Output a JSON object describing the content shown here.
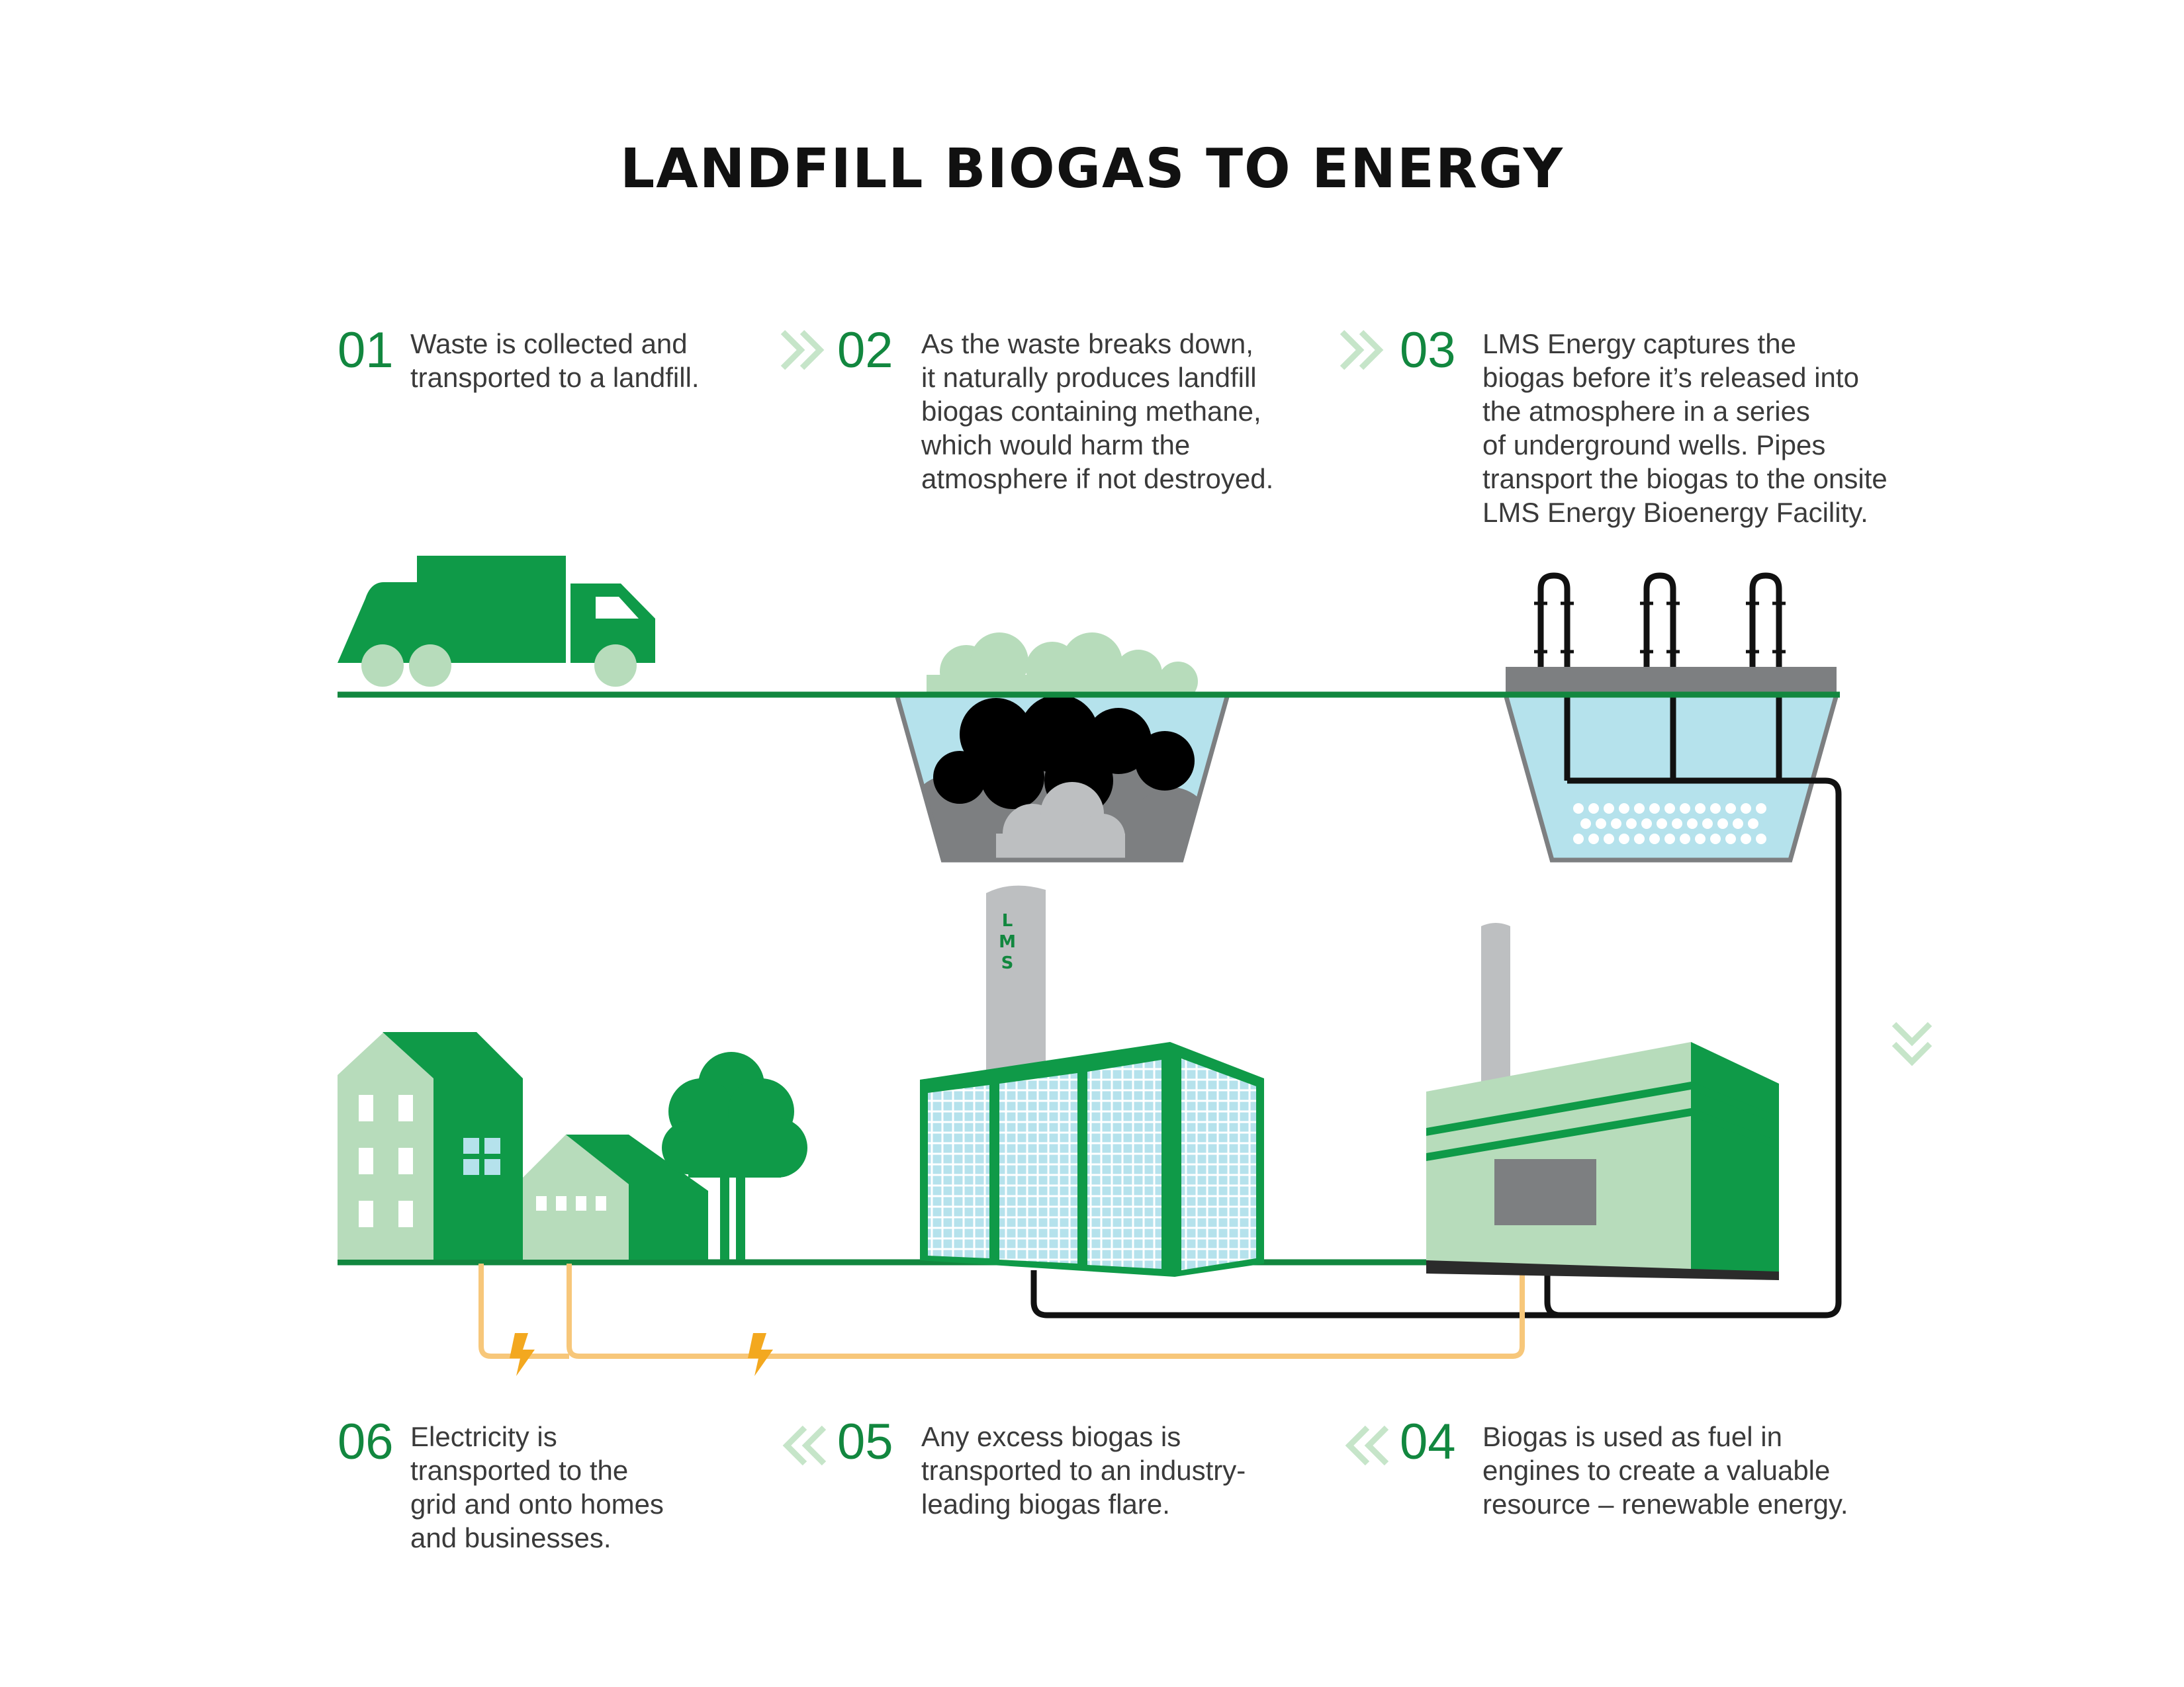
{
  "title": "LANDFILL BIOGAS TO ENERGY",
  "steps": [
    {
      "number": "01",
      "text": "Waste is collected and\ntransported to a landfill."
    },
    {
      "number": "02",
      "text": "As the waste breaks down,\nit naturally produces landfill\nbiogas containing methane,\nwhich would harm the\natmosphere if not destroyed."
    },
    {
      "number": "03",
      "text": "LMS Energy captures the\nbiogas before it’s released into\nthe atmosphere in a series\nof underground wells. Pipes\ntransport the biogas to the onsite\nLMS Energy Bioenergy Facility."
    },
    {
      "number": "04",
      "text": "Biogas is used as fuel in\nengines to create a valuable\nresource – renewable energy."
    },
    {
      "number": "05",
      "text": "Any excess biogas is\ntransported to an industry-\nleading biogas flare."
    },
    {
      "number": "06",
      "text": "Electricity is\ntransported to the\ngrid and onto homes\nand businesses."
    }
  ],
  "flare_label": "LMS",
  "colors": {
    "dark_green": "#12873f",
    "mid_green": "#0f9a48",
    "light_green": "#b7dcbb",
    "pale_blue": "#b5e2ec",
    "grey": "#7d7f81",
    "light_grey": "#bdbfc1",
    "pipe_black": "#111111",
    "power_line": "#f7c77a",
    "lightning": "#f3a81f",
    "chevron": "#c6e5c9"
  },
  "icons": [
    "garbage-truck-icon",
    "landfill-pit-icon",
    "gas-wells-icon",
    "biogas-flare-icon",
    "factory-icon",
    "bioenergy-facility-icon",
    "houses-icon",
    "tree-icon",
    "lightning-icon",
    "chevron-icon"
  ]
}
